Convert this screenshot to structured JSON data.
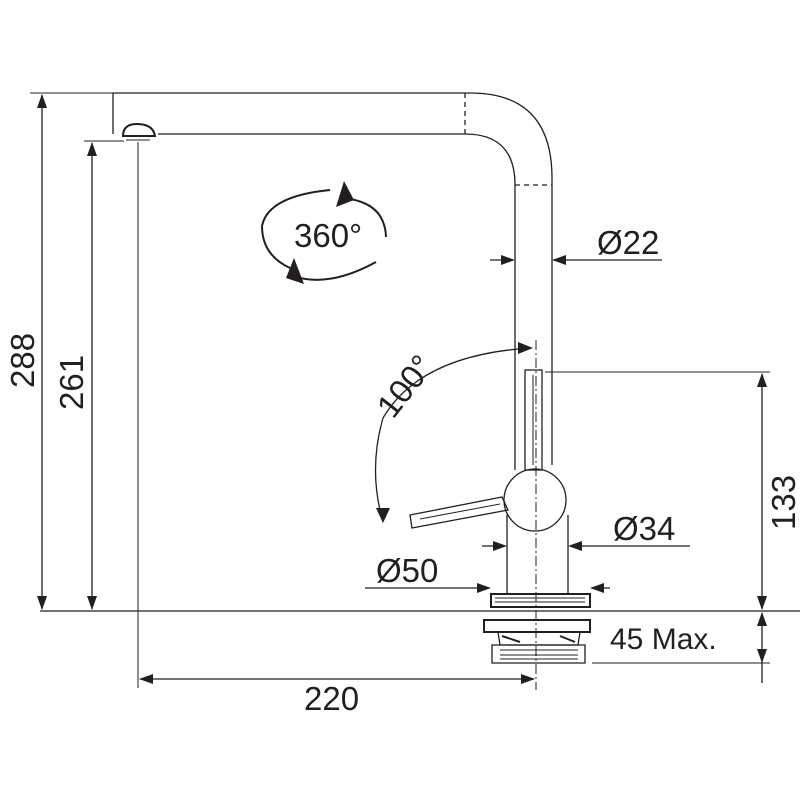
{
  "dimensions": {
    "total_height": "288",
    "spout_height": "261",
    "spout_reach": "220",
    "lever_height": "133",
    "max_deck_thickness": "45 Max.",
    "spout_diameter": "Ø22",
    "body_diameter": "Ø34",
    "base_diameter": "Ø50",
    "swivel_angle": "360°",
    "lever_angle": "100°"
  },
  "colors": {
    "ink": "#231f20",
    "background": "#ffffff"
  }
}
